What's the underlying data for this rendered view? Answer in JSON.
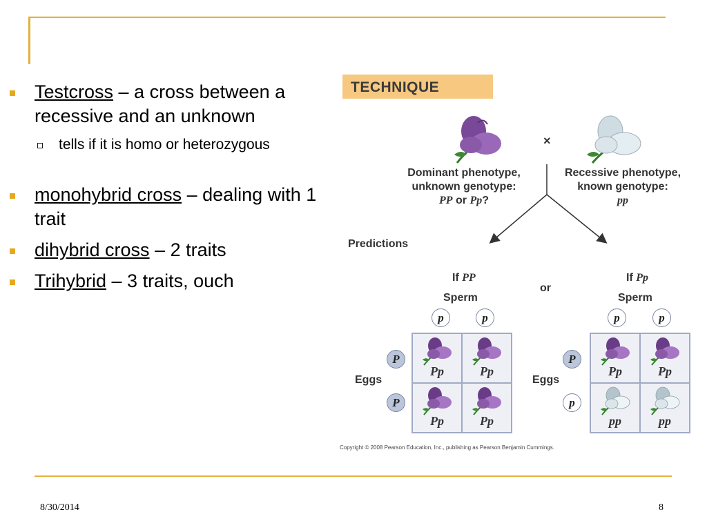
{
  "footer": {
    "date": "8/30/2014",
    "page": "8"
  },
  "bullets": [
    {
      "term": "Testcross",
      "rest": " – a cross between a recessive and an unknown",
      "sub": "tells if it is homo or heterozygous"
    },
    {
      "term": "monohybrid cross",
      "rest": " – dealing with 1 trait"
    },
    {
      "term": "dihybrid cross",
      "rest": " – 2 traits"
    },
    {
      "term": "Trihybrid",
      "rest": " – 3 traits, ouch"
    }
  ],
  "figure": {
    "technique": "TECHNIQUE",
    "cross_symbol": "×",
    "left_parent": {
      "line1": "Dominant phenotype,",
      "line2": "unknown genotype:",
      "g1": "PP",
      "or": " or ",
      "g2": "Pp",
      "q": "?"
    },
    "right_parent": {
      "line1": "Recessive phenotype,",
      "line2": "known genotype:",
      "g": "pp"
    },
    "predictions": "Predictions",
    "or": "or",
    "left_square": {
      "if": "If ",
      "if_g": "PP",
      "sperm": "Sperm",
      "eggs": "Eggs",
      "sperm_alleles": [
        "p",
        "p"
      ],
      "egg_alleles": [
        "P",
        "P"
      ],
      "cells": [
        "Pp",
        "Pp",
        "Pp",
        "Pp"
      ]
    },
    "right_square": {
      "if": "If ",
      "if_g": "Pp",
      "sperm": "Sperm",
      "eggs": "Eggs",
      "sperm_alleles": [
        "p",
        "p"
      ],
      "egg_alleles": [
        "P",
        "p"
      ],
      "cells": [
        "Pp",
        "Pp",
        "pp",
        "pp"
      ]
    },
    "colors": {
      "purple": "#8a5aa8",
      "white": "#dce6ea",
      "accent": "#e3b23b",
      "technique_bg": "#f6c880"
    },
    "copyright": "Copyright © 2008 Pearson Education, Inc., publishing as Pearson Benjamin Cummings."
  }
}
